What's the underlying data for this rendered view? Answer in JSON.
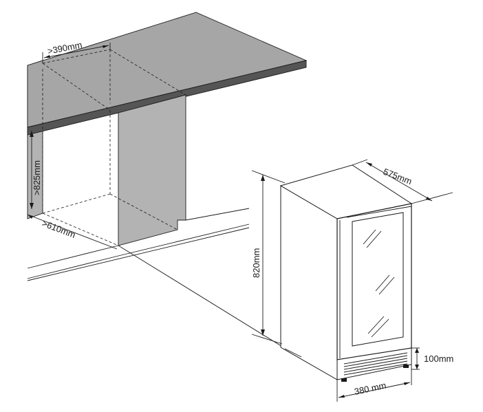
{
  "dimensions": {
    "niche_depth": ">390mm",
    "niche_height": ">825mm",
    "niche_width": ">610mm",
    "appliance_depth": "575mm",
    "appliance_height": "820mm",
    "appliance_width": "380 mm",
    "plinth_height": "100mm"
  },
  "colors": {
    "counter_top": "#a6a6a6",
    "counter_edge": "#555555",
    "panel": "#b3b3b3",
    "line": "#1a1a1a"
  }
}
